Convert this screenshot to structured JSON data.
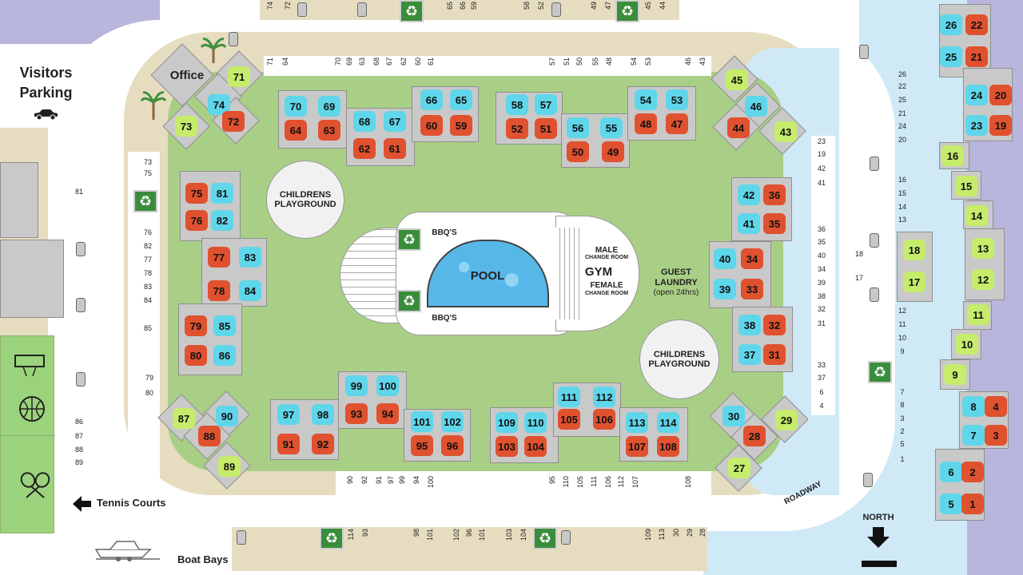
{
  "labels": {
    "visitors_parking_1": "Visitors",
    "visitors_parking_2": "Parking",
    "office": "Office",
    "pool": "POOL",
    "bbq_top": "BBQ'S",
    "bbq_bottom": "BBQ'S",
    "male": "MALE",
    "male_change": "CHANGE ROOM",
    "gym": "GYM",
    "female": "FEMALE",
    "female_change": "CHANGE ROOM",
    "guest_laundry_1": "GUEST",
    "guest_laundry_2": "LAUNDRY",
    "guest_laundry_3": "(open 24hrs)",
    "playground_left_1": "CHILDRENS",
    "playground_left_2": "PLAYGROUND",
    "playground_right_1": "CHILDRENS",
    "playground_right_2": "PLAYGROUND",
    "tennis": "Tennis Courts",
    "boat_bays": "Boat Bays",
    "roadway": "ROADWAY",
    "north": "NORTH"
  },
  "icons": {
    "recycle": "♻",
    "car": "car-icon",
    "tennis": "tennis-racket-icon",
    "basketball": "basketball-icon",
    "basketball_hoop": "basketball-hoop-icon",
    "boat": "boat-icon",
    "arrow_left": "arrow-left-icon",
    "arrow_down": "arrow-down-icon",
    "palm": "palm-tree-icon",
    "bin": "bin-icon"
  },
  "colors": {
    "cyan": "#5fd6ea",
    "red": "#e0512f",
    "green": "#c6ec6c",
    "water": "#cfe9f7",
    "lawn": "#a9cf86",
    "pool": "#57b8e8"
  },
  "units": [
    {
      "n": "26",
      "c": "c"
    },
    {
      "n": "22",
      "c": "r"
    },
    {
      "n": "25",
      "c": "c"
    },
    {
      "n": "21",
      "c": "r"
    },
    {
      "n": "24",
      "c": "c"
    },
    {
      "n": "20",
      "c": "r"
    },
    {
      "n": "23",
      "c": "c"
    },
    {
      "n": "19",
      "c": "r"
    },
    {
      "n": "16",
      "c": "g"
    },
    {
      "n": "15",
      "c": "g"
    },
    {
      "n": "14",
      "c": "g"
    },
    {
      "n": "18",
      "c": "g"
    },
    {
      "n": "17",
      "c": "g"
    },
    {
      "n": "13",
      "c": "g"
    },
    {
      "n": "12",
      "c": "g"
    },
    {
      "n": "11",
      "c": "g"
    },
    {
      "n": "10",
      "c": "g"
    },
    {
      "n": "9",
      "c": "g"
    },
    {
      "n": "8",
      "c": "c"
    },
    {
      "n": "4",
      "c": "r"
    },
    {
      "n": "7",
      "c": "c"
    },
    {
      "n": "3",
      "c": "r"
    },
    {
      "n": "6",
      "c": "c"
    },
    {
      "n": "2",
      "c": "r"
    },
    {
      "n": "5",
      "c": "c"
    },
    {
      "n": "1",
      "c": "r"
    },
    {
      "n": "71",
      "c": "g"
    },
    {
      "n": "74",
      "c": "c"
    },
    {
      "n": "72",
      "c": "r"
    },
    {
      "n": "73",
      "c": "g"
    },
    {
      "n": "70",
      "c": "c"
    },
    {
      "n": "69",
      "c": "c"
    },
    {
      "n": "64",
      "c": "r"
    },
    {
      "n": "63",
      "c": "r"
    },
    {
      "n": "68",
      "c": "c"
    },
    {
      "n": "67",
      "c": "c"
    },
    {
      "n": "62",
      "c": "r"
    },
    {
      "n": "61",
      "c": "r"
    },
    {
      "n": "66",
      "c": "c"
    },
    {
      "n": "65",
      "c": "c"
    },
    {
      "n": "60",
      "c": "r"
    },
    {
      "n": "59",
      "c": "r"
    },
    {
      "n": "58",
      "c": "c"
    },
    {
      "n": "57",
      "c": "c"
    },
    {
      "n": "52",
      "c": "r"
    },
    {
      "n": "51",
      "c": "r"
    },
    {
      "n": "56",
      "c": "c"
    },
    {
      "n": "55",
      "c": "c"
    },
    {
      "n": "50",
      "c": "r"
    },
    {
      "n": "49",
      "c": "r"
    },
    {
      "n": "54",
      "c": "c"
    },
    {
      "n": "53",
      "c": "c"
    },
    {
      "n": "48",
      "c": "r"
    },
    {
      "n": "47",
      "c": "r"
    },
    {
      "n": "45",
      "c": "g"
    },
    {
      "n": "46",
      "c": "c"
    },
    {
      "n": "44",
      "c": "r"
    },
    {
      "n": "43",
      "c": "g"
    },
    {
      "n": "75",
      "c": "r"
    },
    {
      "n": "81",
      "c": "c"
    },
    {
      "n": "76",
      "c": "r"
    },
    {
      "n": "82",
      "c": "c"
    },
    {
      "n": "77",
      "c": "r"
    },
    {
      "n": "83",
      "c": "c"
    },
    {
      "n": "78",
      "c": "r"
    },
    {
      "n": "84",
      "c": "c"
    },
    {
      "n": "79",
      "c": "r"
    },
    {
      "n": "85",
      "c": "c"
    },
    {
      "n": "80",
      "c": "r"
    },
    {
      "n": "86",
      "c": "c"
    },
    {
      "n": "42",
      "c": "c"
    },
    {
      "n": "36",
      "c": "r"
    },
    {
      "n": "41",
      "c": "c"
    },
    {
      "n": "35",
      "c": "r"
    },
    {
      "n": "40",
      "c": "c"
    },
    {
      "n": "34",
      "c": "r"
    },
    {
      "n": "39",
      "c": "c"
    },
    {
      "n": "33",
      "c": "r"
    },
    {
      "n": "38",
      "c": "c"
    },
    {
      "n": "32",
      "c": "r"
    },
    {
      "n": "37",
      "c": "c"
    },
    {
      "n": "31",
      "c": "r"
    },
    {
      "n": "87",
      "c": "g"
    },
    {
      "n": "90",
      "c": "c"
    },
    {
      "n": "88",
      "c": "r"
    },
    {
      "n": "89",
      "c": "g"
    },
    {
      "n": "97",
      "c": "c"
    },
    {
      "n": "98",
      "c": "c"
    },
    {
      "n": "91",
      "c": "r"
    },
    {
      "n": "92",
      "c": "r"
    },
    {
      "n": "99",
      "c": "c"
    },
    {
      "n": "100",
      "c": "c"
    },
    {
      "n": "93",
      "c": "r"
    },
    {
      "n": "94",
      "c": "r"
    },
    {
      "n": "101",
      "c": "c"
    },
    {
      "n": "102",
      "c": "c"
    },
    {
      "n": "95",
      "c": "r"
    },
    {
      "n": "96",
      "c": "r"
    },
    {
      "n": "109",
      "c": "c"
    },
    {
      "n": "110",
      "c": "c"
    },
    {
      "n": "103",
      "c": "r"
    },
    {
      "n": "104",
      "c": "r"
    },
    {
      "n": "111",
      "c": "c"
    },
    {
      "n": "112",
      "c": "c"
    },
    {
      "n": "105",
      "c": "r"
    },
    {
      "n": "106",
      "c": "r"
    },
    {
      "n": "113",
      "c": "c"
    },
    {
      "n": "114",
      "c": "c"
    },
    {
      "n": "107",
      "c": "r"
    },
    {
      "n": "108",
      "c": "r"
    },
    {
      "n": "30",
      "c": "c"
    },
    {
      "n": "29",
      "c": "g"
    },
    {
      "n": "28",
      "c": "r"
    },
    {
      "n": "27",
      "c": "g"
    }
  ],
  "parking": [
    "74",
    "72",
    "65",
    "66",
    "59",
    "58",
    "52",
    "49",
    "47",
    "45",
    "44",
    "71",
    "64",
    "70",
    "69",
    "63",
    "68",
    "67",
    "62",
    "60",
    "61",
    "57",
    "51",
    "50",
    "55",
    "48",
    "54",
    "53",
    "46",
    "43",
    "26",
    "22",
    "25",
    "21",
    "24",
    "20",
    "23",
    "19",
    "42",
    "41",
    "16",
    "15",
    "14",
    "13",
    "36",
    "35",
    "40",
    "34",
    "39",
    "38",
    "32",
    "31",
    "18",
    "17",
    "12",
    "11",
    "10",
    "9",
    "33",
    "37",
    "6",
    "4",
    "7",
    "8",
    "3",
    "2",
    "5",
    "1",
    "73",
    "75",
    "81",
    "76",
    "82",
    "77",
    "78",
    "83",
    "84",
    "85",
    "79",
    "80",
    "86",
    "87",
    "88",
    "89",
    "90",
    "92",
    "91",
    "97",
    "99",
    "94",
    "100",
    "95",
    "110",
    "105",
    "111",
    "106",
    "112",
    "107",
    "108",
    "114",
    "93",
    "98",
    "101",
    "102",
    "96",
    "101",
    "103",
    "104",
    "109",
    "113",
    "30",
    "29",
    "28",
    "27"
  ]
}
